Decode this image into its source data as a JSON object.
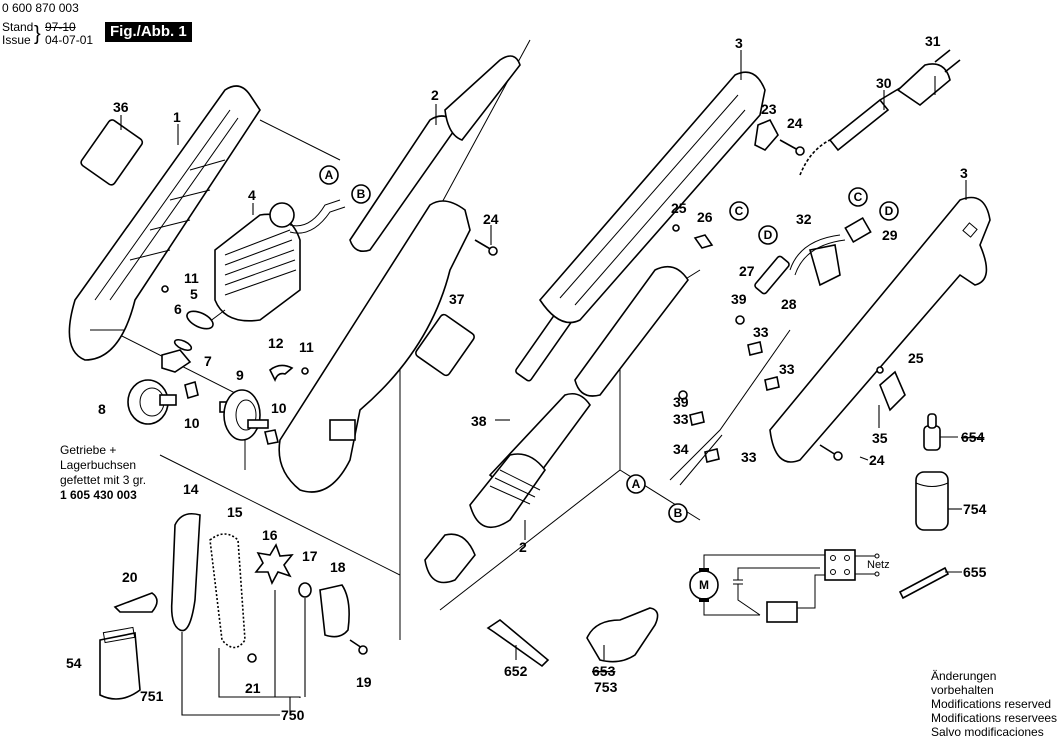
{
  "header": {
    "part_number": "0 600 870 003",
    "stand_label": "Stand",
    "issue_label": "Issue",
    "stand_value_struck": "97-10",
    "issue_value": "04-07-01",
    "figure_label": "Fig./Abb. 1"
  },
  "note": {
    "line1": "Getriebe +",
    "line2": "Lagerbuchsen",
    "line3": "gefettet mit 3 gr.",
    "part_number": "1 605 430 003"
  },
  "modifications": [
    "Änderungen vorbehalten",
    "Modifications reserved",
    "Modifications reservees",
    "Salvo modificaciones"
  ],
  "wiring_diagram": {
    "motor_label": "M",
    "mains_label": "Netz"
  },
  "connectors": [
    "A",
    "B",
    "C",
    "D"
  ],
  "part_labels": {
    "p1": "1",
    "p2a": "2",
    "p2b": "2",
    "p3a": "3",
    "p3b": "3",
    "p4": "4",
    "p5": "5",
    "p6": "6",
    "p7": "7",
    "p8": "8",
    "p9": "9",
    "p10a": "10",
    "p10b": "10",
    "p11a": "11",
    "p11b": "11",
    "p12": "12",
    "p14": "14",
    "p15": "15",
    "p16": "16",
    "p17": "17",
    "p18": "18",
    "p19": "19",
    "p20": "20",
    "p21": "21",
    "p23": "23",
    "p24a": "24",
    "p24b": "24",
    "p24c": "24",
    "p25a": "25",
    "p25b": "25",
    "p26": "26",
    "p27": "27",
    "p28": "28",
    "p29": "29",
    "p30": "30",
    "p31": "31",
    "p32": "32",
    "p33a": "33",
    "p33b": "33",
    "p33c": "33",
    "p33d": "33",
    "p34": "34",
    "p35": "35",
    "p36": "36",
    "p37": "37",
    "p38": "38",
    "p39a": "39",
    "p39b": "39",
    "p54": "54",
    "p652": "652",
    "p653_struck": "653",
    "p753": "753",
    "p654_struck": "654",
    "p655": "655",
    "p750": "750",
    "p751": "751",
    "p754": "754"
  }
}
